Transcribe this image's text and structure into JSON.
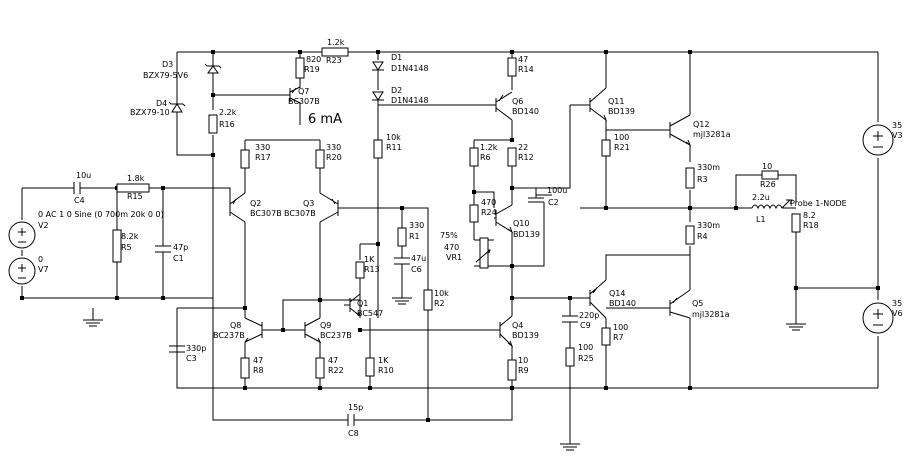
{
  "labels": {
    "D3": "D3",
    "D3v": "BZX79-5V6",
    "D4": "D4",
    "D4v": "BZX79-10",
    "R16": "R16",
    "R16v": "2.2k",
    "R19": "R19",
    "R19v": "820",
    "R23": "R23",
    "R23v": "1.2k",
    "Q7": "Q7",
    "Q7t": "BC307B",
    "current": "6 mA",
    "D1": "D1",
    "D1t": "D1N4148",
    "D2": "D2",
    "D2t": "D1N4148",
    "R14": "R14",
    "R14v": "47",
    "Q6": "Q6",
    "Q6t": "BD140",
    "Q11": "Q11",
    "Q11t": "BD139",
    "Q12": "Q12",
    "Q12t": "mjl3281a",
    "V3": "V3",
    "V3v": "35",
    "R17": "R17",
    "R17v": "330",
    "R20": "R20",
    "R20v": "330",
    "R11": "R11",
    "R11v": "10k",
    "R6": "R6",
    "R6v": "1.2k",
    "R12": "R12",
    "R12v": "22",
    "R21": "R21",
    "R21v": "100",
    "R3": "R3",
    "R3v": "330m",
    "R26": "R26",
    "R26v": "10",
    "C4": "C4",
    "C4v": "10u",
    "R15": "R15",
    "R15v": "1.8k",
    "V2": "V2",
    "V2s": "0 AC 1  0 Sine (0 700m 20k 0 0)",
    "C2": "C2",
    "C2v": "100u",
    "L1": "L1",
    "L1v": "2.2u",
    "probe": "Probe 1-NODE",
    "R18": "R18",
    "R18v": "8.2",
    "Q2": "Q2",
    "Q2t": "BC307B",
    "Q3": "Q3",
    "Q3t": "BC307B",
    "R24": "R24",
    "R24v": "470",
    "R5": "R5",
    "R5v": "8.2k",
    "C1": "C1",
    "C1v": "47p",
    "R1": "R1",
    "R1v": "330",
    "VR1pct": "75%",
    "VR1v": "470",
    "VR1": "VR1",
    "Q10": "Q10",
    "Q10t": "BD139",
    "R4": "R4",
    "R4v": "330m",
    "V7": "V7",
    "V7v": "0",
    "R13": "R13",
    "R13v": "1K",
    "C6": "C6",
    "C6v": "47u",
    "Q1": "Q1",
    "Q1t": "BC547",
    "R2": "R2",
    "R2v": "10k",
    "Q14": "Q14",
    "Q14t": "BD140",
    "C9": "C9",
    "C9v": "220p",
    "Q5": "Q5",
    "Q5t": "mjl3281a",
    "V6": "V6",
    "V6v": "35",
    "Q8": "Q8",
    "Q8t": "BC237B",
    "Q9": "Q9",
    "Q9t": "BC237B",
    "Q4": "Q4",
    "Q4t": "BD139",
    "R7": "R7",
    "R7v": "100",
    "C3": "C3",
    "C3v": "330p",
    "R8": "R8",
    "R8v": "47",
    "R22": "R22",
    "R22v": "47",
    "R10": "R10",
    "R10v": "1K",
    "R9": "R9",
    "R9v": "10",
    "R25": "R25",
    "R25v": "100",
    "C8": "C8",
    "C8v": "15p"
  }
}
